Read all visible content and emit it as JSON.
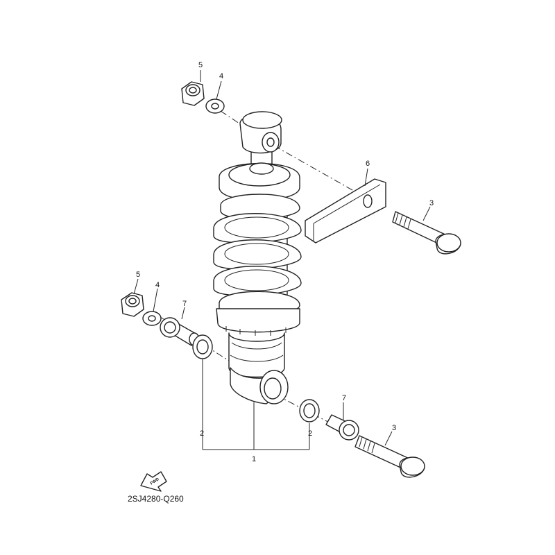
{
  "diagram": {
    "diagram_code": "2SJ4280-Q260",
    "fwd_label": "FWD",
    "callouts": {
      "nut_top": "5",
      "washer_top": "4",
      "bracket": "6",
      "bolt_top": "3",
      "nut_bottom": "5",
      "washer_bottom": "4",
      "collar_left": "7",
      "bushing_left": "2",
      "shock_assembly": "1",
      "bushing_right": "2",
      "collar_right": "7",
      "bolt_bottom": "3"
    }
  }
}
